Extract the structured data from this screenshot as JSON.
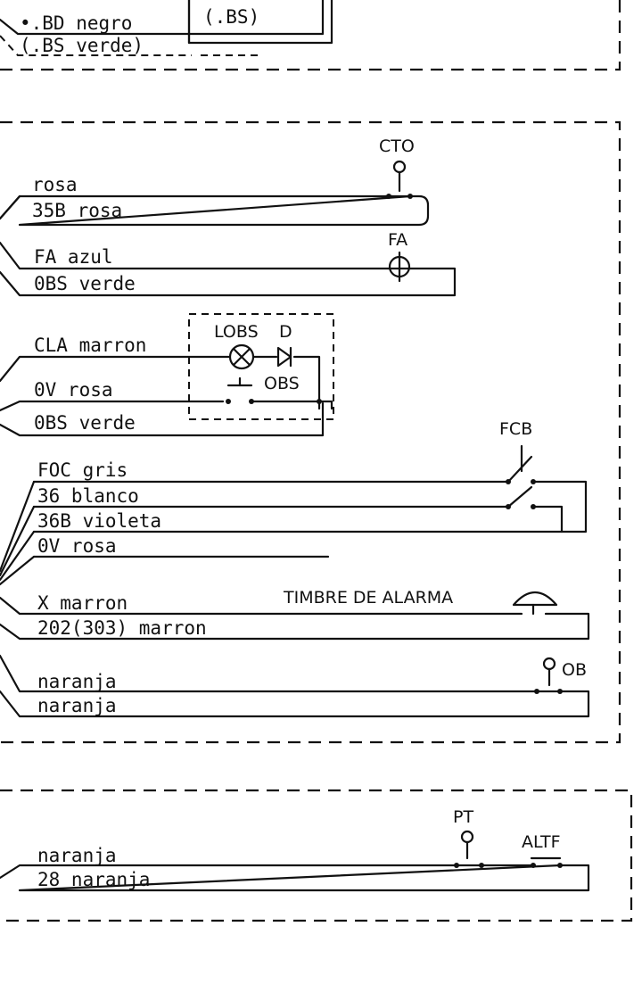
{
  "top_section": {
    "wire_labels": [
      "•.BD negro",
      "(.BS verde)"
    ],
    "box_label": "(.BS)"
  },
  "main_section": {
    "components": {
      "cto": "CTO",
      "fa": "FA",
      "lobs": "LOBS",
      "d": "D",
      "obs": "OBS",
      "fcb": "FCB",
      "alarm": "TIMBRE DE ALARMA",
      "ob": "OB"
    },
    "wire_labels": [
      "rosa",
      "35B rosa",
      "FA azul",
      "0BS verde",
      "CLA marron",
      "0V rosa",
      "0BS verde",
      "FOC gris",
      "36 blanco",
      "36B violeta",
      "0V rosa",
      "X marron",
      "202(303) marron",
      "naranja",
      "naranja"
    ]
  },
  "bottom_section": {
    "components": {
      "pt": "PT",
      "altf": "ALTF"
    },
    "wire_labels": [
      "naranja",
      "28 naranja"
    ]
  }
}
